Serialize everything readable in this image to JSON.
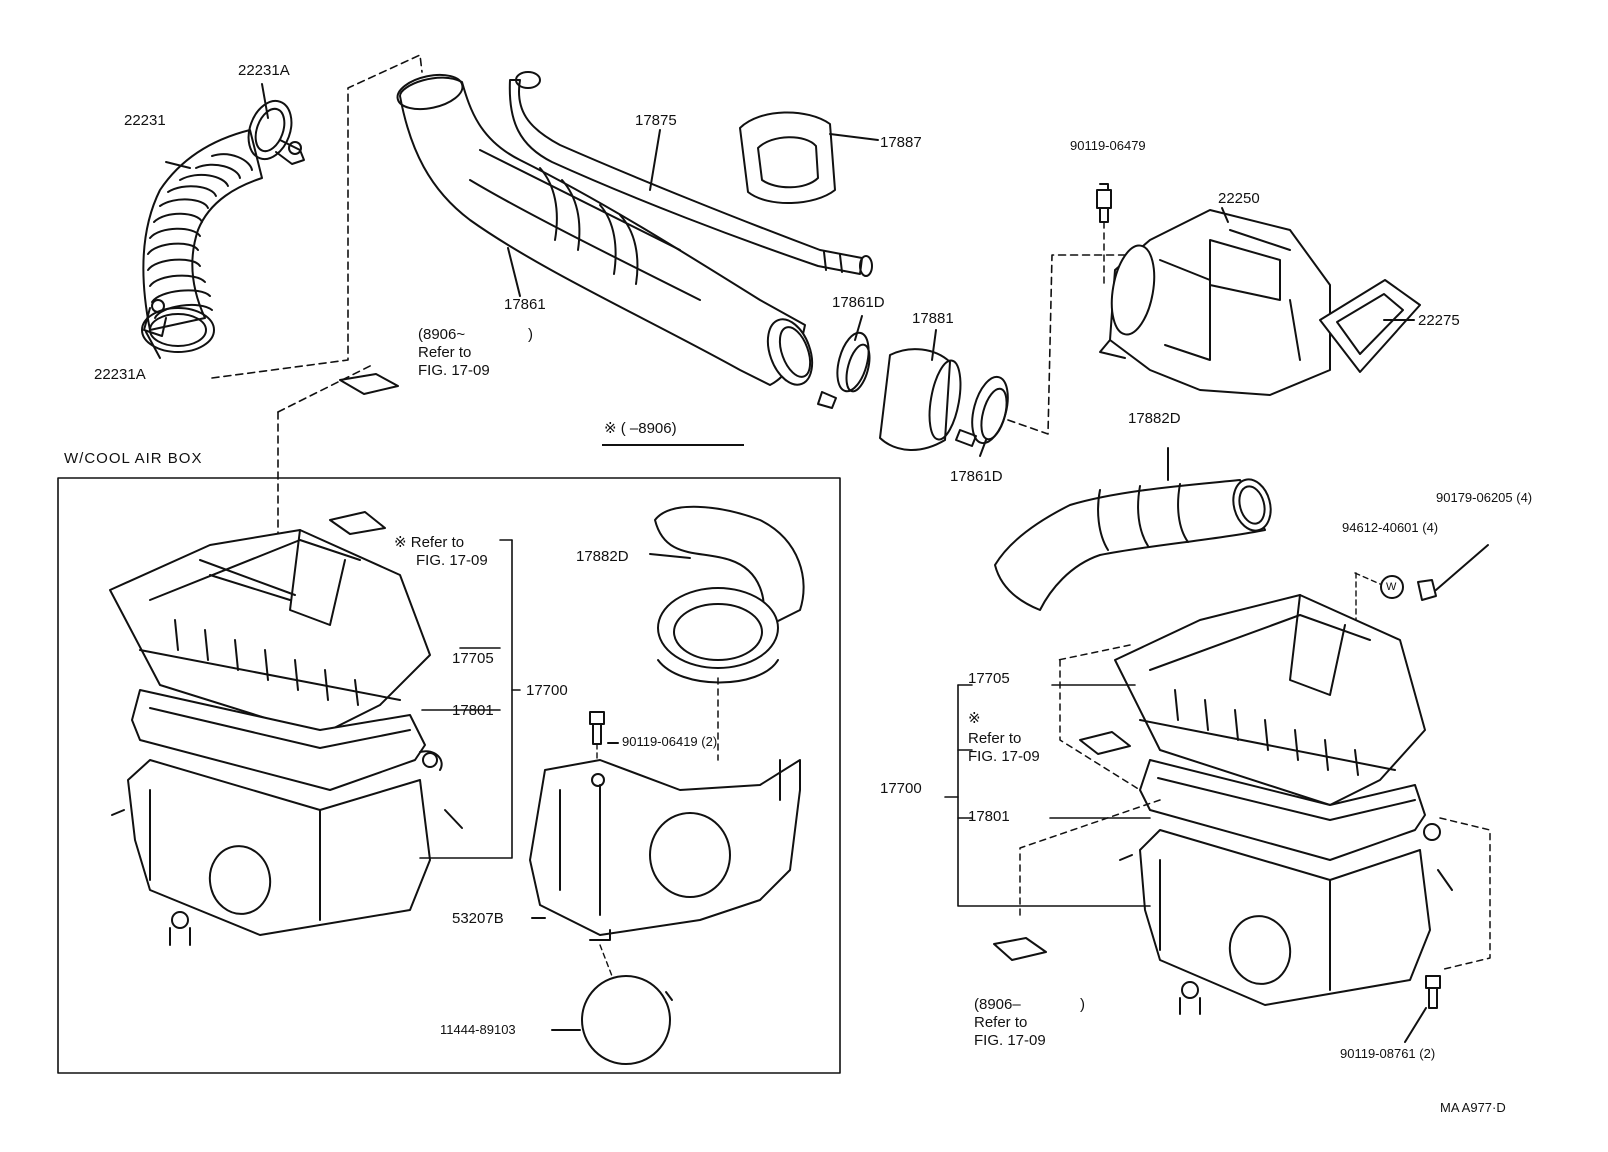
{
  "box_title": "W/COOL AIR BOX",
  "effective_note": "※ (       –8906)",
  "figure_code": "MA  A977·D",
  "parts": {
    "hose_22231": "22231",
    "clamp_22231a_top": "22231A",
    "clamp_22231a_bottom": "22231A",
    "duct_17861": "17861",
    "hose_17875": "17875",
    "band_17887": "17887",
    "clamp_17861d_left": "17861D",
    "clamp_17861d_right": "17861D",
    "hose_17881": "17881",
    "bolt_90119_06479": "90119-06479",
    "meter_22250": "22250",
    "gasket_22275": "22275",
    "hose_17882d_right": "17882D",
    "nut_90179_06205": "90179-06205 (4)",
    "washer_94612_40601": "94612-40601 (4)",
    "hose_17882d_left": "17882D",
    "bolt_90119_06419": "90119-06419 (2)",
    "cover_53207b": "53207B",
    "cap_11444_89103": "11444-89103",
    "cap_17705_left": "17705",
    "element_17801_left": "17801",
    "cleaner_17700_left": "17700",
    "cap_17705_right": "17705",
    "element_17801_right": "17801",
    "cleaner_17700_right": "17700",
    "bolt_90119_08761": "90119-08761 (2)"
  },
  "refs": {
    "top_left_a": "(8906~",
    "top_left_b": ")",
    "top_left_c": "Refer to",
    "top_left_d": "FIG. 17-09",
    "box_a": "※ Refer to",
    "box_b": "FIG. 17-09",
    "right_mark": "※",
    "right_a": "Refer to",
    "right_b": "FIG. 17-09",
    "bottom_a": "(8906–",
    "bottom_b": ")",
    "bottom_c": "Refer to",
    "bottom_d": "FIG. 17-09"
  },
  "washer_symbol": "W"
}
